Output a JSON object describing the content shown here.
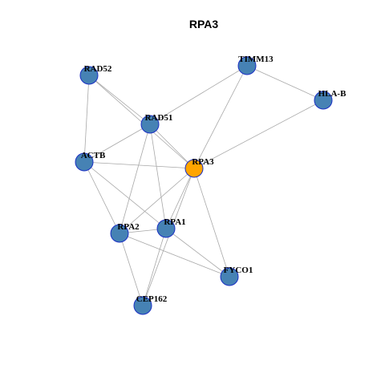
{
  "graph": {
    "title": "RPA3",
    "colors": {
      "focus_node": "#FFA500",
      "other_node": "#4682B4",
      "node_border": "#1A2FC4",
      "edge": "#A8A8A8"
    },
    "nodes": [
      {
        "id": "RAD52",
        "label": "RAD52",
        "focus": false
      },
      {
        "id": "TIMM13",
        "label": "TIMM13",
        "focus": false
      },
      {
        "id": "HLA-B",
        "label": "HLA-B",
        "focus": false
      },
      {
        "id": "RAD51",
        "label": "RAD51",
        "focus": false
      },
      {
        "id": "ACTB",
        "label": "ACTB",
        "focus": false
      },
      {
        "id": "RPA3",
        "label": "RPA3",
        "focus": true
      },
      {
        "id": "RPA2",
        "label": "RPA2",
        "focus": false
      },
      {
        "id": "RPA1",
        "label": "RPA1",
        "focus": false
      },
      {
        "id": "FYCO1",
        "label": "FYCO1",
        "focus": false
      },
      {
        "id": "CEP162",
        "label": "CEP162",
        "focus": false
      }
    ],
    "edges": [
      [
        "RAD52",
        "ACTB"
      ],
      [
        "RAD52",
        "RAD51"
      ],
      [
        "RAD52",
        "RPA3"
      ],
      [
        "TIMM13",
        "RAD51"
      ],
      [
        "TIMM13",
        "RPA3"
      ],
      [
        "TIMM13",
        "HLA-B"
      ],
      [
        "HLA-B",
        "RPA3"
      ],
      [
        "RAD51",
        "ACTB"
      ],
      [
        "RAD51",
        "RPA3"
      ],
      [
        "RAD51",
        "RPA2"
      ],
      [
        "RAD51",
        "RPA1"
      ],
      [
        "ACTB",
        "RPA3"
      ],
      [
        "ACTB",
        "RPA2"
      ],
      [
        "ACTB",
        "RPA1"
      ],
      [
        "RPA3",
        "RPA2"
      ],
      [
        "RPA3",
        "RPA1"
      ],
      [
        "RPA3",
        "FYCO1"
      ],
      [
        "RPA3",
        "CEP162"
      ],
      [
        "RPA2",
        "RPA1"
      ],
      [
        "RPA2",
        "FYCO1"
      ],
      [
        "RPA2",
        "CEP162"
      ],
      [
        "RPA1",
        "FYCO1"
      ],
      [
        "RPA1",
        "CEP162"
      ]
    ]
  }
}
